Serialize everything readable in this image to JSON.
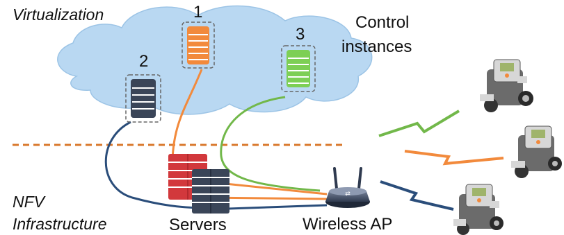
{
  "layers": {
    "virtualization": "Virtualization",
    "infrastructure_line1": "NFV",
    "infrastructure_line2": "Infrastructure"
  },
  "control": {
    "label_line1": "Control",
    "label_line2": "instances",
    "instances": [
      {
        "number": "1",
        "color": "#f28a3c"
      },
      {
        "number": "2",
        "color": "#3a4558"
      },
      {
        "number": "3",
        "color": "#7dcf55"
      }
    ]
  },
  "infrastructure": {
    "servers_label": "Servers",
    "ap_label": "Wireless AP"
  },
  "colors": {
    "cloud": "#b9d8f2",
    "divider": "#d9782c",
    "link_orange": "#f28a3c",
    "link_green": "#72b84a",
    "link_navy": "#2a4d7a",
    "server_red": "#d2383c",
    "server_dark": "#3a4558"
  },
  "robots": [
    {
      "name": "robot-top",
      "link": "green"
    },
    {
      "name": "robot-middle",
      "link": "orange"
    },
    {
      "name": "robot-bottom",
      "link": "navy"
    }
  ]
}
